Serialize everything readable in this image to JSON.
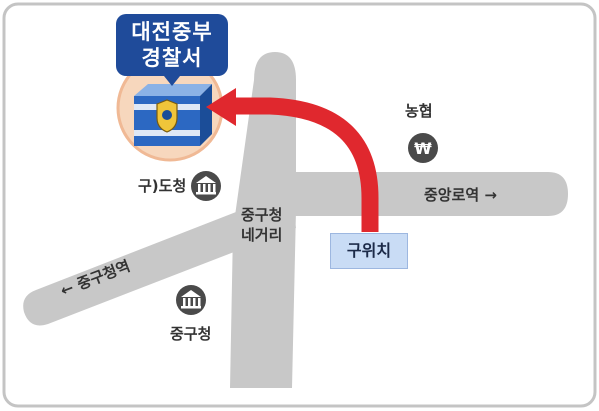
{
  "station": {
    "name_line1": "대전중부",
    "name_line2": "경찰서"
  },
  "labels": {
    "nonghyup": "농협",
    "old_provincial_office": "구)도청",
    "junggu_intersection_line1": "중구청",
    "junggu_intersection_line2": "네거리",
    "jungangno_station": "중앙로역 →",
    "jungguchung_station": "← 중구청역",
    "junggu_office": "중구청",
    "previous_location": "구위치"
  },
  "icons": {
    "bank": "won-sign-icon",
    "government": "building-columns-icon",
    "police": "police-badge-icon"
  },
  "colors": {
    "road": "#c8c8c8",
    "arrow": "#e0282e",
    "title_box": "#1f4b9a",
    "previous_location_box": "#c9dcf5",
    "icon_bg": "#4a4a4a"
  }
}
